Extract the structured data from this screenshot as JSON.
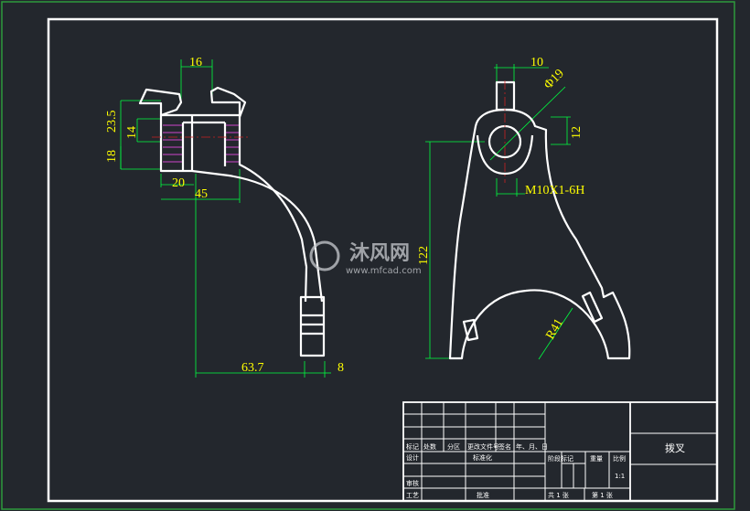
{
  "drawing": {
    "left_view_dims": {
      "top_width": "16",
      "h_23_5": "23.5",
      "h_14": "14",
      "h_18": "18",
      "w_20": "20",
      "w_45": "45",
      "w_63_7": "63.7",
      "w_8": "8"
    },
    "right_view_dims": {
      "w_10": "10",
      "dia_19": "Φ19",
      "h_12": "12",
      "thread": "M10X1-6H",
      "h_122": "122",
      "r_41": "R41"
    }
  },
  "title_block": {
    "part_name": "拨叉",
    "hdr_labels": [
      "标记",
      "处数",
      "分区",
      "更改文件号",
      "签名",
      "年、月、日"
    ],
    "design": "设计",
    "standard": "标准化",
    "review": "审核",
    "process": "工艺",
    "approve": "批准",
    "stage_mark": "阶段标记",
    "weight": "重量",
    "scale_label": "比例",
    "scale_value": "1:1",
    "total_sheets": "共 1 张",
    "sheet_no": "第 1 张"
  },
  "watermark": {
    "brand": "沐风网",
    "url": "www.mfcad.com"
  },
  "colors": {
    "border": "#ffffff",
    "frame_outer": "#2e9a3d",
    "dim": "#ffff00",
    "hatch": "#cc44cc",
    "green": "#00ff40",
    "center": "#cc2222"
  }
}
